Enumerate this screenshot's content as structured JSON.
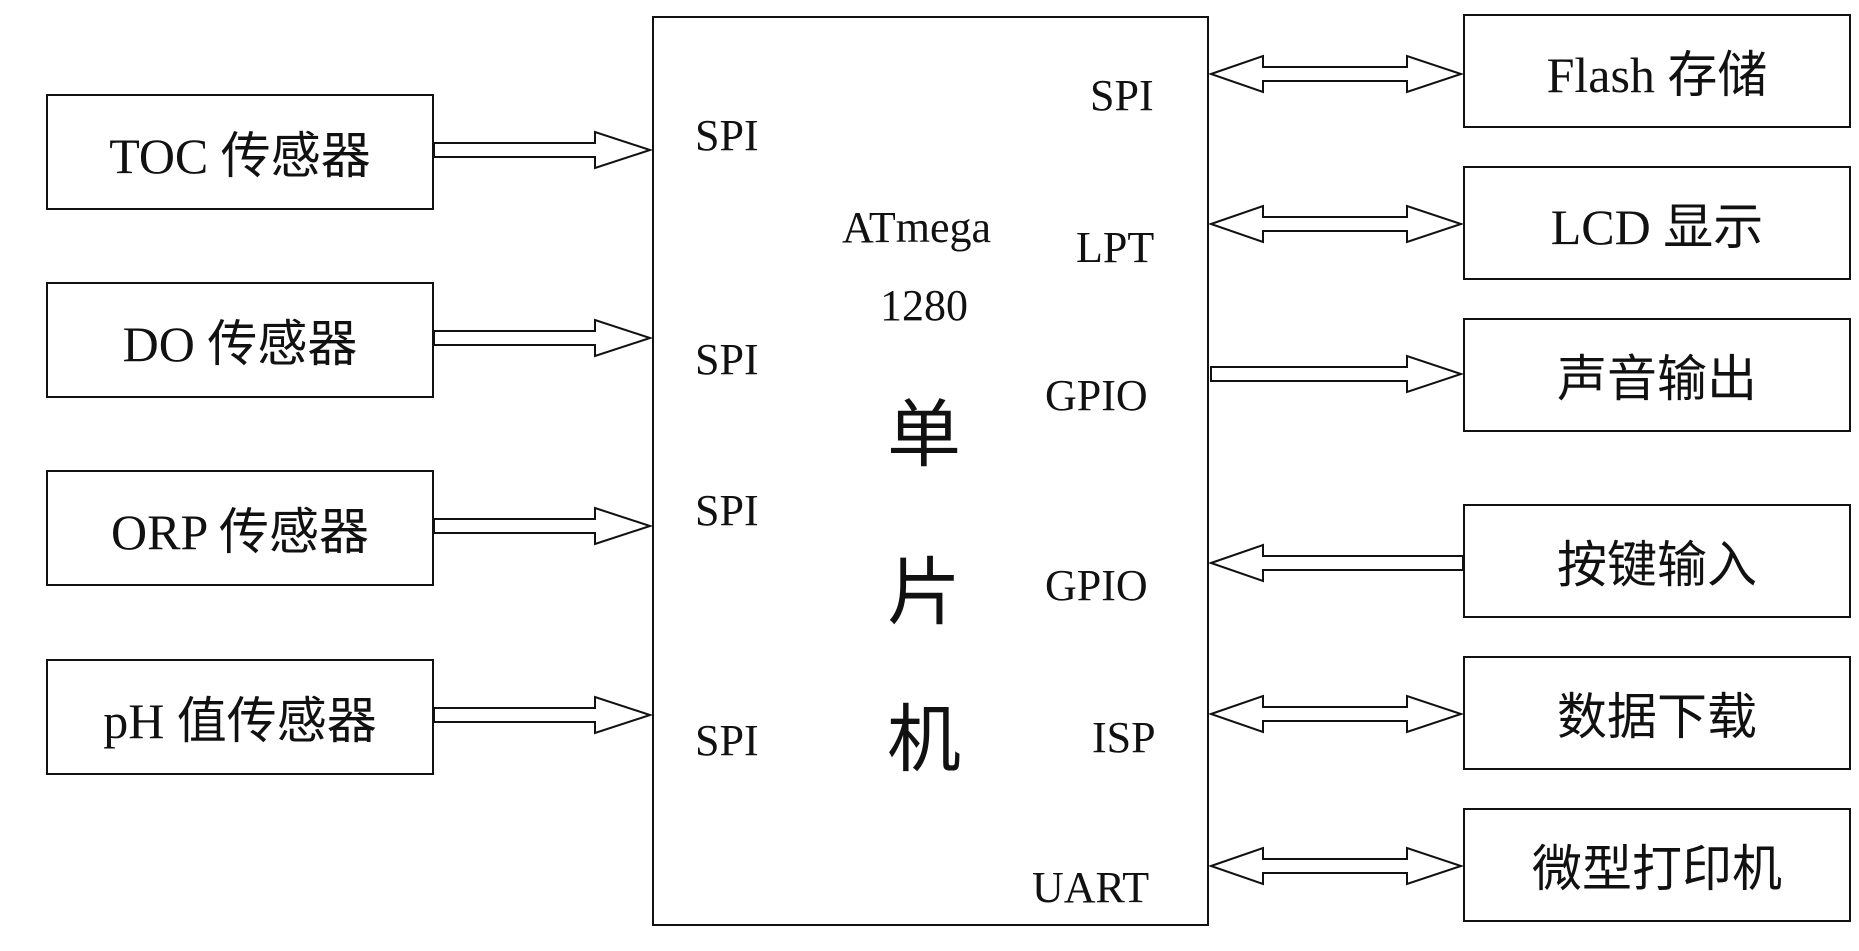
{
  "sensors": [
    {
      "label": "TOC 传感器"
    },
    {
      "label": "DO 传感器"
    },
    {
      "label": "ORP 传感器"
    },
    {
      "label": "pH 值传感器"
    }
  ],
  "mcu": {
    "chip_line1": "ATmega",
    "chip_line2": "1280",
    "char1": "单",
    "char2": "片",
    "char3": "机",
    "left_ports": [
      "SPI",
      "SPI",
      "SPI",
      "SPI"
    ],
    "right_ports": [
      "SPI",
      "LPT",
      "GPIO",
      "GPIO",
      "ISP",
      "UART"
    ]
  },
  "peripherals": [
    {
      "label": "Flash 存储",
      "direction": "bidirectional"
    },
    {
      "label": "LCD 显示",
      "direction": "bidirectional"
    },
    {
      "label": "声音输出",
      "direction": "output"
    },
    {
      "label": "按键输入",
      "direction": "input"
    },
    {
      "label": "数据下载",
      "direction": "bidirectional"
    },
    {
      "label": "微型打印机",
      "direction": "bidirectional"
    }
  ]
}
